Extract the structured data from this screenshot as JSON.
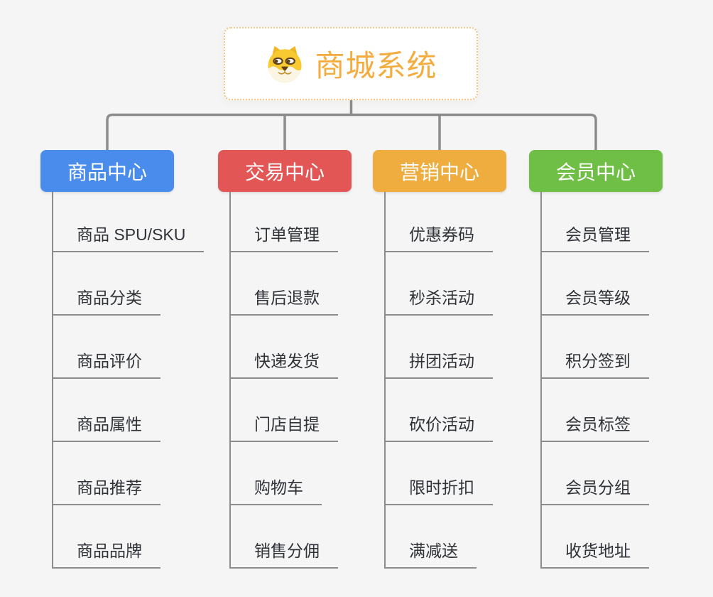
{
  "background_color": "#F5F5F6",
  "connector_color": "#8C8C8C",
  "root": {
    "title": "商城系统",
    "icon": "shiba-dog-icon",
    "title_color": "#F4AC3E",
    "border_color": "#F2C382"
  },
  "branches": [
    {
      "label": "商品中心",
      "color": "#4A8CEB",
      "children": [
        "商品 SPU/SKU",
        "商品分类",
        "商品评价",
        "商品属性",
        "商品推荐",
        "商品品牌"
      ]
    },
    {
      "label": "交易中心",
      "color": "#E25755",
      "children": [
        "订单管理",
        "售后退款",
        "快递发货",
        "门店自提",
        "购物车",
        "销售分佣"
      ]
    },
    {
      "label": "营销中心",
      "color": "#EFAD3F",
      "children": [
        "优惠券码",
        "秒杀活动",
        "拼团活动",
        "砍价活动",
        "限时折扣",
        "满减送"
      ]
    },
    {
      "label": "会员中心",
      "color": "#6FBF46",
      "children": [
        "会员管理",
        "会员等级",
        "积分签到",
        "会员标签",
        "会员分组",
        "收货地址"
      ]
    }
  ]
}
